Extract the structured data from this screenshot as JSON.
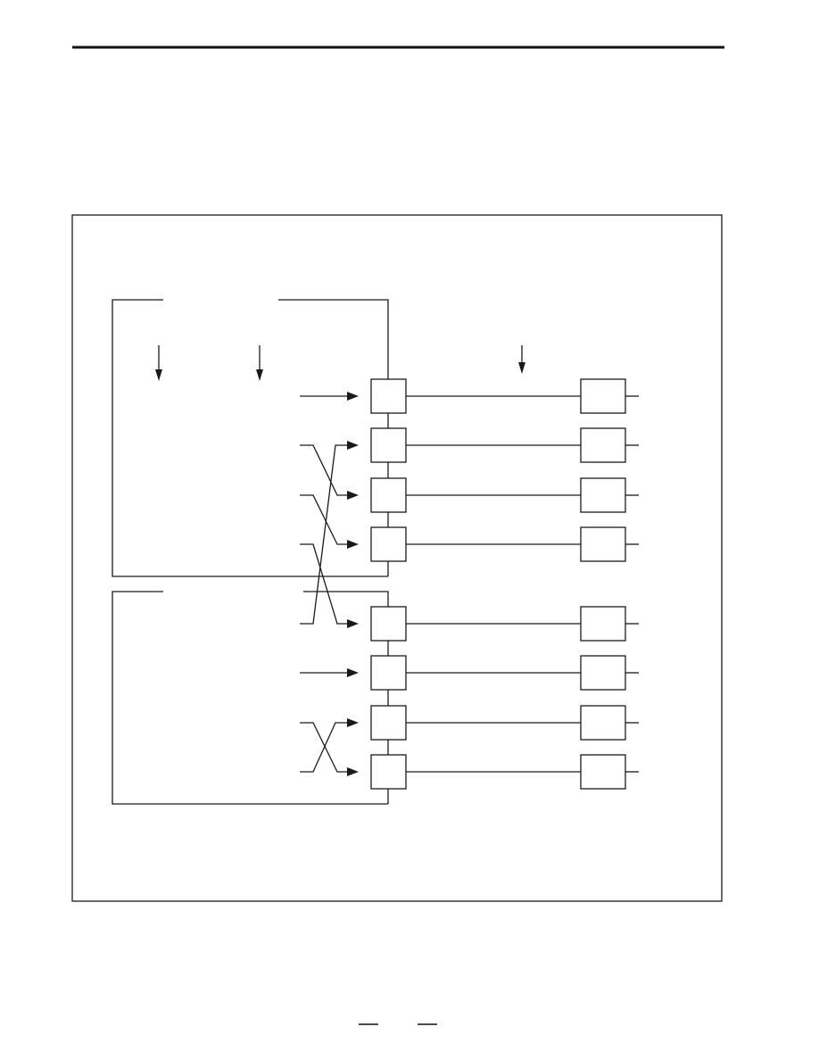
{
  "page": {
    "header_rule": true,
    "footer_marks": 2
  },
  "diagram": {
    "frame": true,
    "groups": [
      {
        "label": "",
        "channels": 4
      },
      {
        "label": "",
        "channels": 4
      }
    ],
    "top_arrows": 3,
    "channels": [
      {
        "index": 1,
        "route": "straight"
      },
      {
        "index": 2,
        "route": "from-group2-ch1"
      },
      {
        "index": 3,
        "route": "cross"
      },
      {
        "index": 4,
        "route": "cross"
      },
      {
        "index": 5,
        "route": "cross"
      },
      {
        "index": 6,
        "route": "straight"
      },
      {
        "index": 7,
        "route": "swap-with-8"
      },
      {
        "index": 8,
        "route": "swap-with-7"
      }
    ]
  }
}
